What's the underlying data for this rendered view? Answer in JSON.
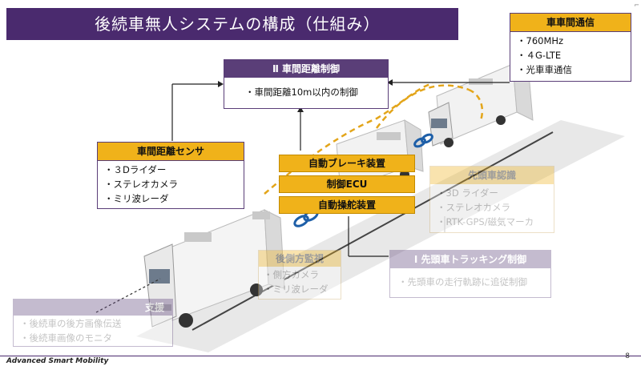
{
  "title": "後続車無人システムの構成（仕組み）",
  "page_number": "8",
  "footer": "Advanced  Smart  Mobility",
  "inter_vehicle_comm": {
    "header": "車車間通信",
    "items": [
      "・760MHz",
      "・４G-LTE",
      "・光車車通信"
    ]
  },
  "distance_control": {
    "header": "Ⅱ 車間距離制御",
    "items": [
      "・車間距離10m以内の制御"
    ]
  },
  "distance_sensor": {
    "header": "車間距離センサ",
    "items": [
      "・３Dライダー",
      "・ステレオカメラ",
      "・ミリ波レーダ"
    ]
  },
  "devices": [
    "自動ブレーキ装置",
    "制御ECU",
    "自動操舵装置"
  ],
  "lead_recognition": {
    "header": "先頭車認識",
    "items": [
      "・3D ライダー",
      "・ステレオカメラ",
      "・RTK-GPS/磁気マーカ"
    ]
  },
  "lead_tracking": {
    "header": "Ⅰ 先頭車トラッキング制御",
    "items": [
      "・先頭車の走行軌跡に追従制御"
    ]
  },
  "rear_side": {
    "header": "後側方監視",
    "items": [
      "・側方カメラ",
      "・ミリ波レーダ"
    ]
  },
  "support": {
    "header": "支援",
    "items": [
      "・後続車の後方画像伝送",
      "・後続車画像のモニタ"
    ]
  },
  "colors": {
    "purple": "#5a3e78",
    "gold": "#f0b21a"
  }
}
